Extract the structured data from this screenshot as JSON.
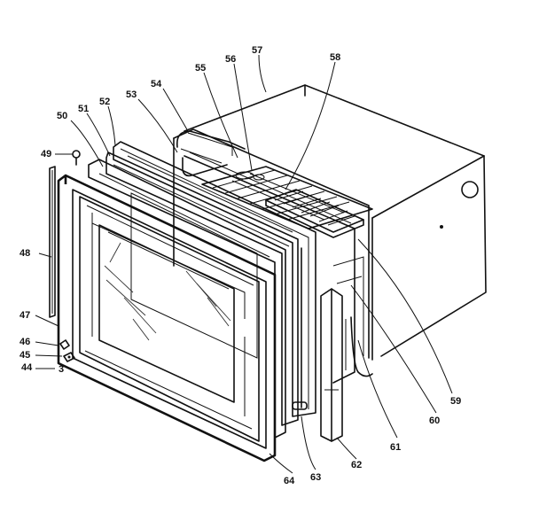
{
  "callouts": {
    "c44": "44",
    "c45": "45",
    "c46": "46",
    "c47": "47",
    "c48": "48",
    "c49": "49",
    "c50": "50",
    "c51": "51",
    "c52": "52",
    "c53": "53",
    "c54": "54",
    "c55": "55",
    "c56": "56",
    "c57": "57",
    "c58": "58",
    "c59": "59",
    "c60": "60",
    "c61": "61",
    "c62": "62",
    "c63": "63",
    "c64": "64",
    "part44": "3"
  },
  "colors": {
    "ink": "#111111",
    "background": "#ffffff"
  }
}
